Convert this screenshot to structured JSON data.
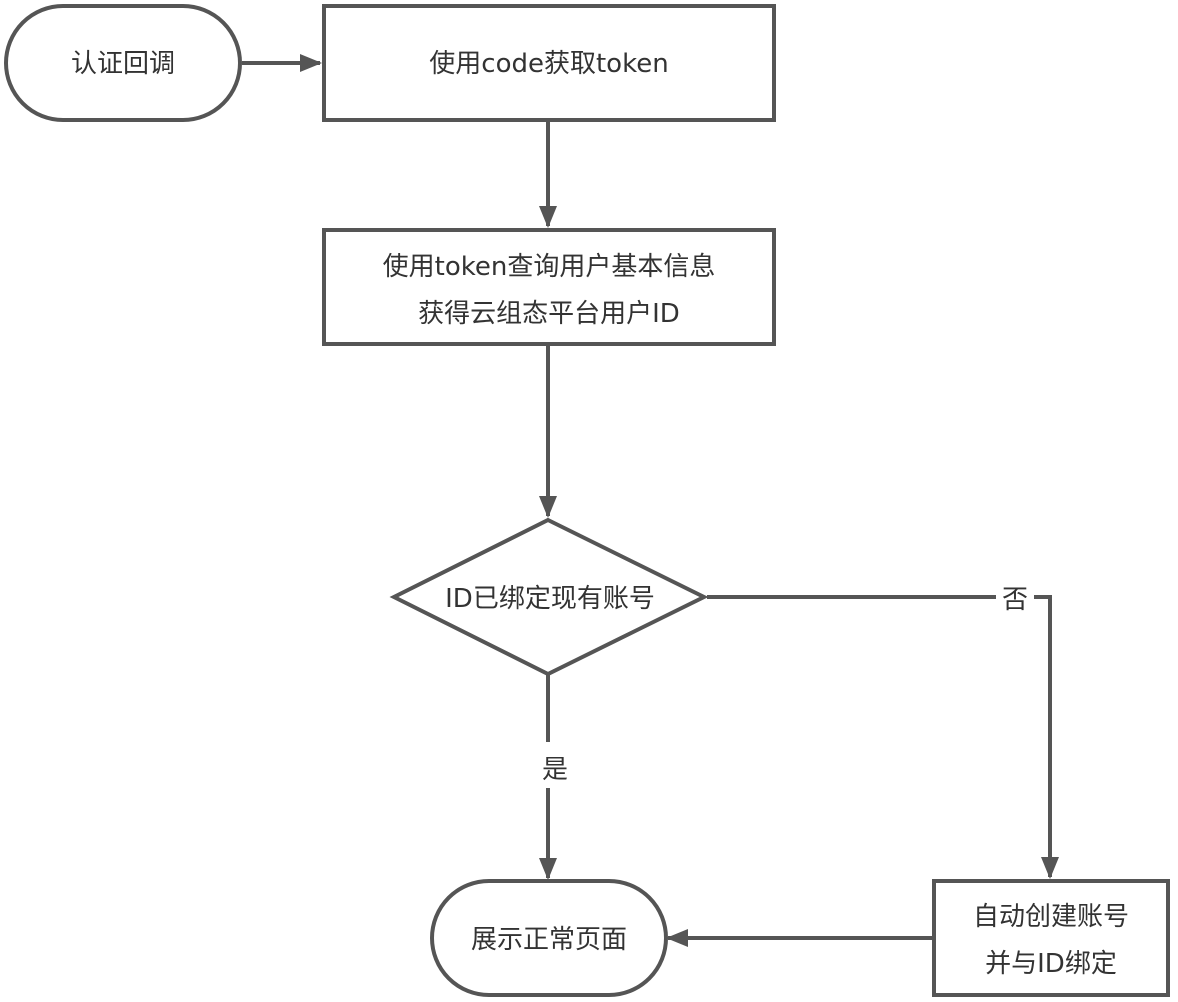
{
  "diagram": {
    "type": "flowchart",
    "nodes": {
      "auth_callback": {
        "shape": "terminator",
        "lines": [
          "认证回调"
        ]
      },
      "get_token": {
        "shape": "process",
        "lines": [
          "使用code获取token"
        ]
      },
      "query_user": {
        "shape": "process",
        "lines": [
          "使用token查询用户基本信息",
          "获得云组态平台用户ID"
        ]
      },
      "id_bound": {
        "shape": "decision",
        "lines": [
          "ID已绑定现有账号"
        ]
      },
      "show_page": {
        "shape": "terminator",
        "lines": [
          "展示正常页面"
        ]
      },
      "auto_create": {
        "shape": "process",
        "lines": [
          "自动创建账号",
          "并与ID绑定"
        ]
      }
    },
    "edges": [
      {
        "from": "auth_callback",
        "to": "get_token",
        "label": ""
      },
      {
        "from": "get_token",
        "to": "query_user",
        "label": ""
      },
      {
        "from": "query_user",
        "to": "id_bound",
        "label": ""
      },
      {
        "from": "id_bound",
        "to": "show_page",
        "label": "是"
      },
      {
        "from": "id_bound",
        "to": "auto_create",
        "label": "否"
      },
      {
        "from": "auto_create",
        "to": "show_page",
        "label": ""
      }
    ],
    "colors": {
      "stroke": "#555555",
      "text": "#333333",
      "fill": "#ffffff"
    }
  }
}
